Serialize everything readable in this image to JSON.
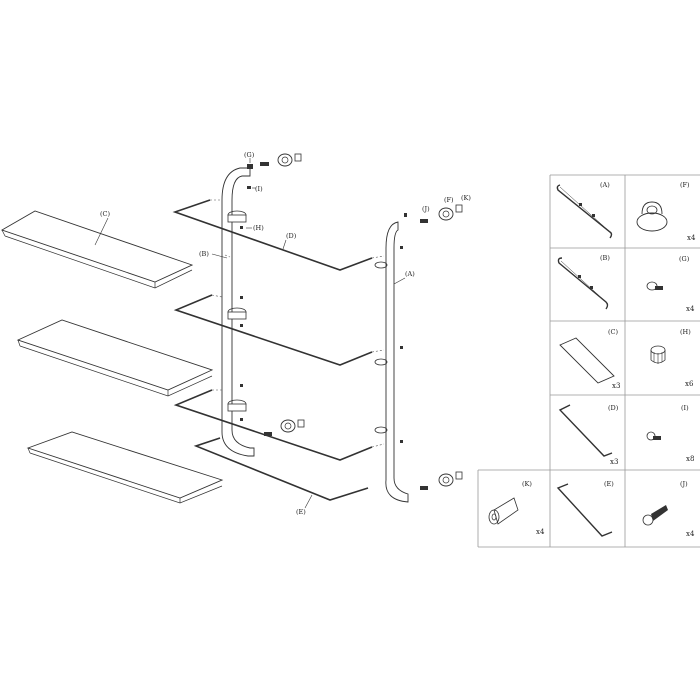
{
  "exploded_view": {
    "labels": {
      "A": "(A)",
      "B": "(B)",
      "C": "(C)",
      "D": "(D)",
      "E": "(E)",
      "G": "(G)",
      "H": "(H)",
      "I": "(I)",
      "J": "(J)",
      "K": "(K)",
      "F": "(F)"
    }
  },
  "parts_table": {
    "A": {
      "label": "(A)"
    },
    "F": {
      "label": "(F)",
      "qty": "x4"
    },
    "B": {
      "label": "(B)"
    },
    "G": {
      "label": "(G)",
      "qty": "x4"
    },
    "C": {
      "label": "(C)",
      "qty": "x3"
    },
    "H": {
      "label": "(H)",
      "qty": "x6"
    },
    "D": {
      "label": "(D)",
      "qty": "x3"
    },
    "I": {
      "label": "(I)",
      "qty": "x8"
    },
    "K": {
      "label": "(K)",
      "qty": "x4"
    },
    "E": {
      "label": "(E)"
    },
    "J": {
      "label": "(J)",
      "qty": "x4"
    }
  },
  "colors": {
    "line": "#333333",
    "grid": "#999999",
    "background": "#ffffff"
  }
}
